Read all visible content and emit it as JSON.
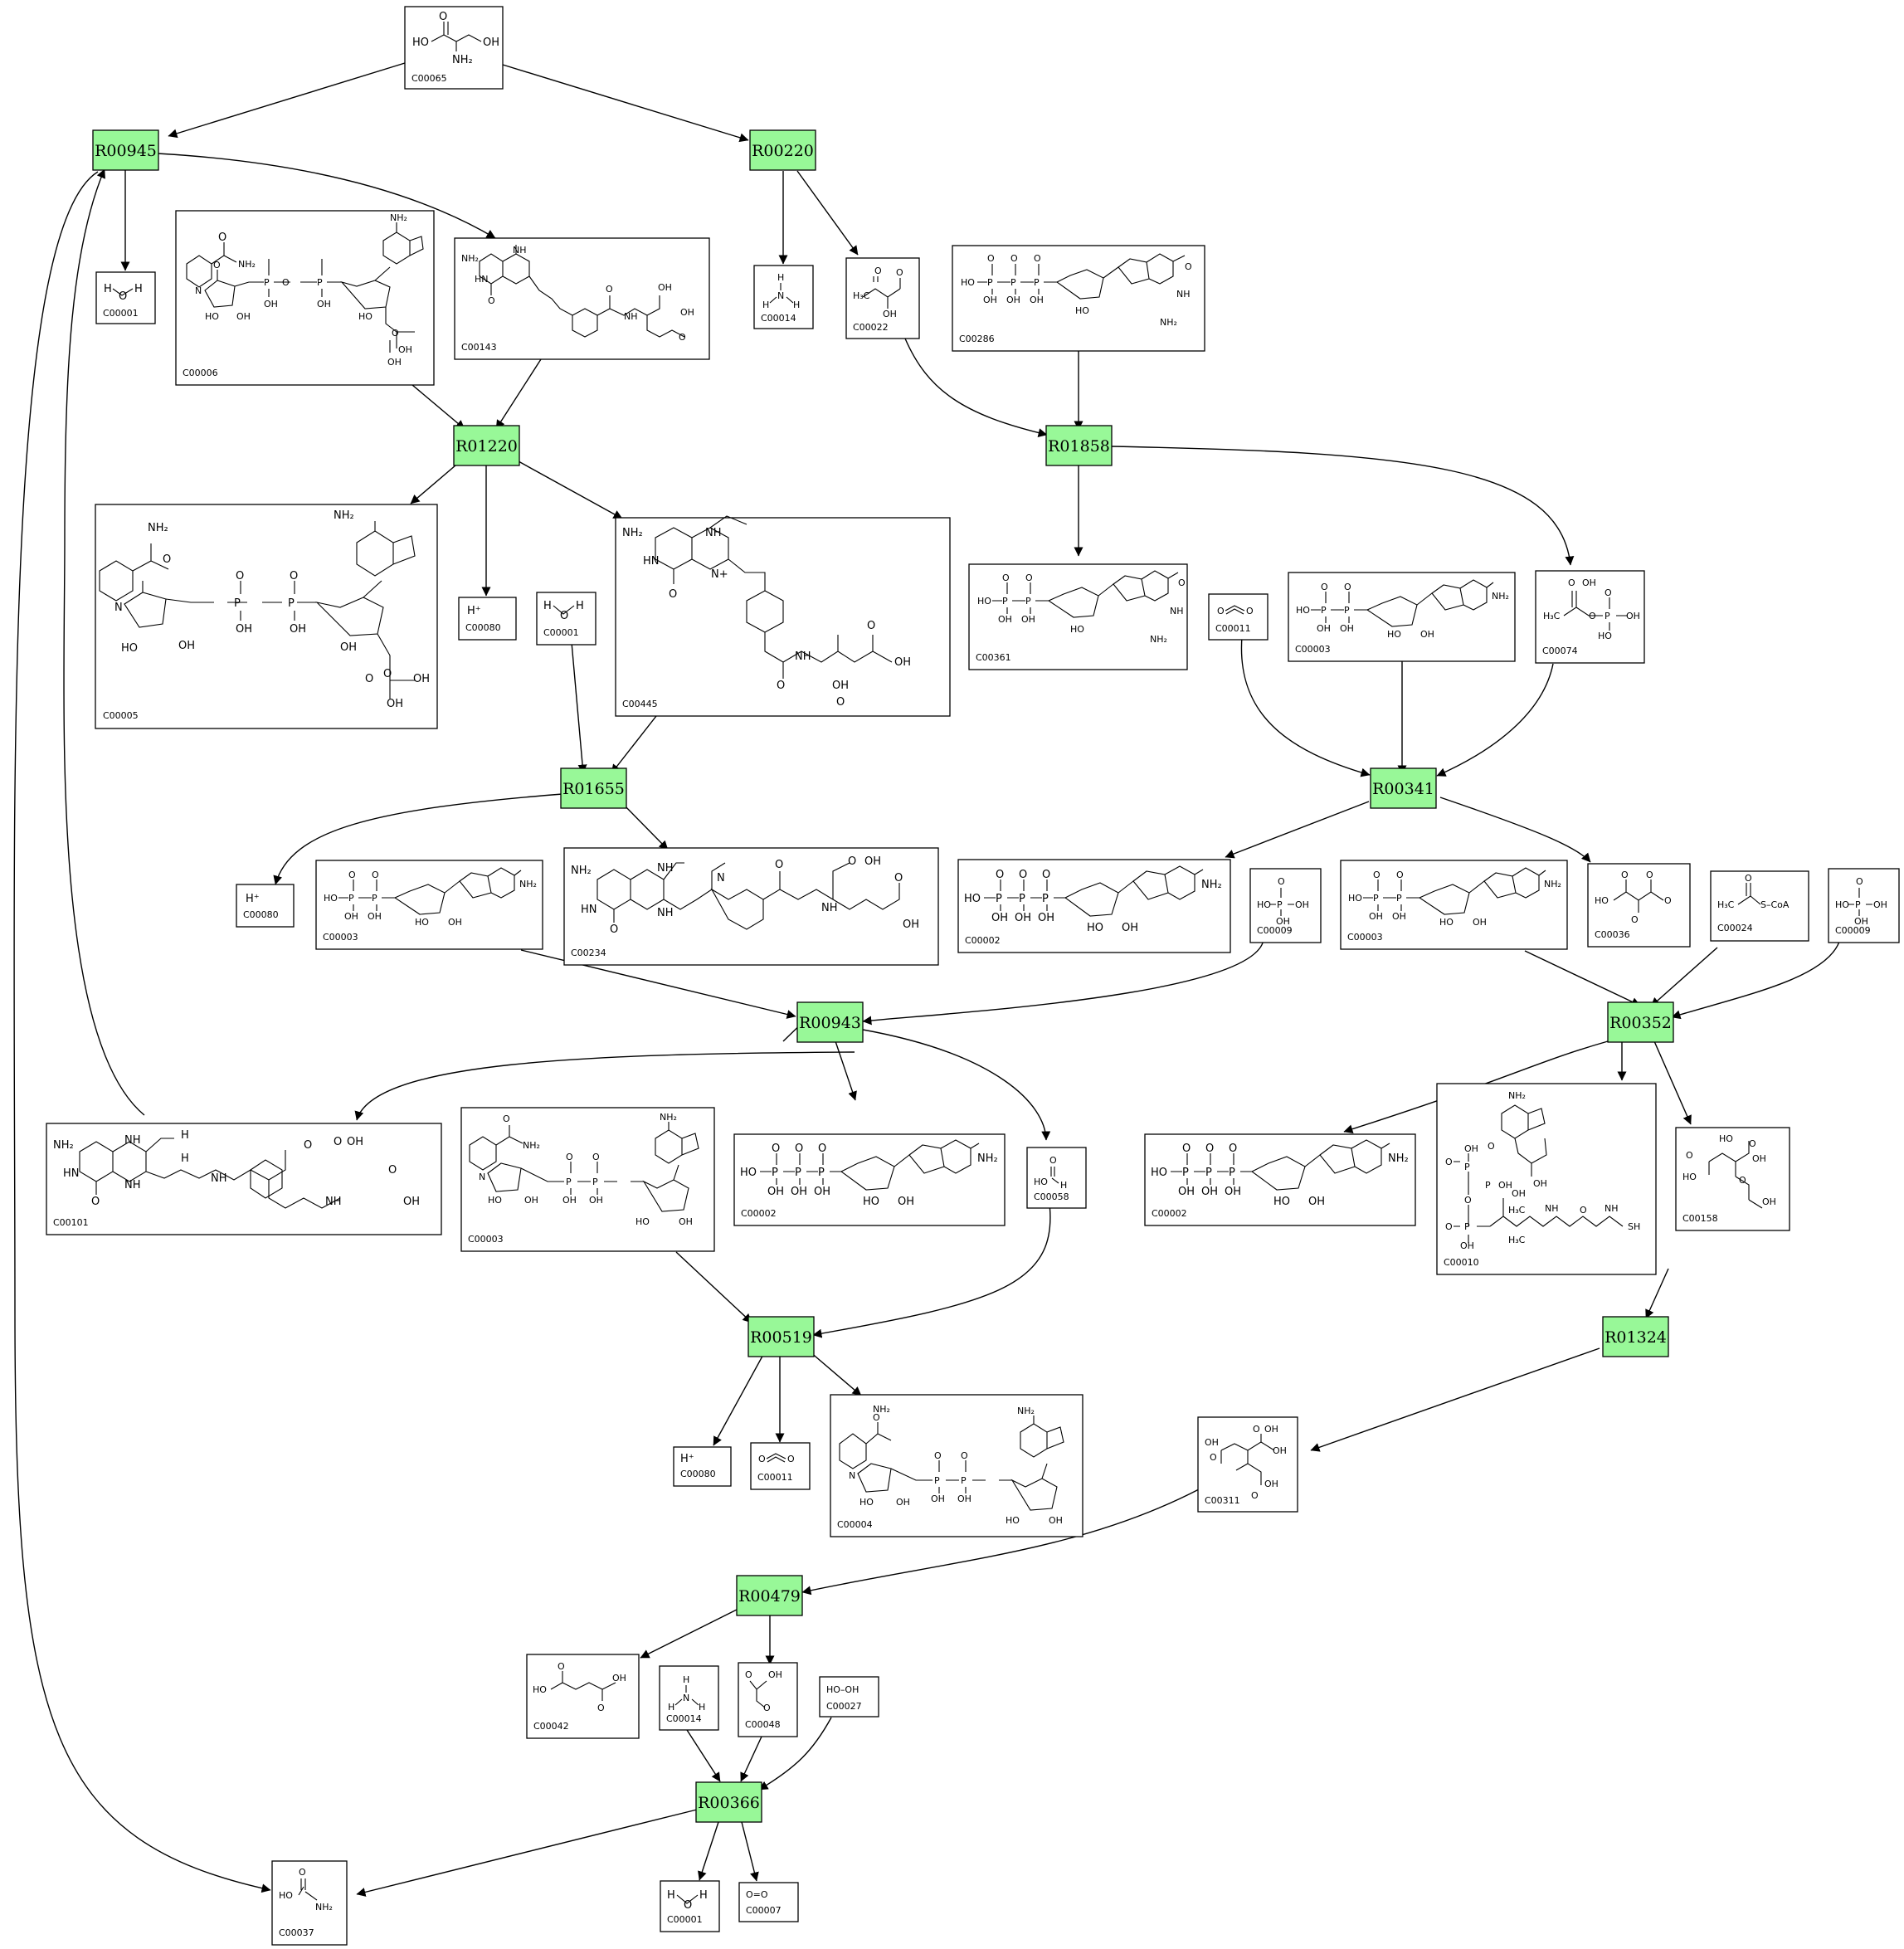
{
  "reactions": {
    "R00945": "R00945",
    "R00220": "R00220",
    "R01220": "R01220",
    "R01858": "R01858",
    "R01655": "R01655",
    "R00341": "R00341",
    "R00943": "R00943",
    "R00352": "R00352",
    "R00519": "R00519",
    "R01324": "R01324",
    "R00479": "R00479",
    "R00366": "R00366"
  },
  "compounds": {
    "c00065": "C00065",
    "c00001a": "C00001",
    "c00006": "C00006",
    "c00143": "C00143",
    "c00014a": "C00014",
    "c00022": "C00022",
    "c00286": "C00286",
    "c00005": "C00005",
    "c00080a": "C00080",
    "c00001b": "C00001",
    "c00445": "C00445",
    "c00361": "C00361",
    "c00011a": "C00011",
    "c00003a": "C00003",
    "c00074": "C00074",
    "c00080b": "C00080",
    "c00003b": "C00003",
    "c00234": "C00234",
    "c00002a": "C00002",
    "c00009a": "C00009",
    "c00003c": "C00003",
    "c00036": "C00036",
    "c00024": "C00024",
    "c00009b": "C00009",
    "c00101": "C00101",
    "c00003d": "C00003",
    "c00002b": "C00002",
    "c00058": "C00058",
    "c00002c": "C00002",
    "c00010": "C00010",
    "c00158": "C00158",
    "c00080c": "C00080",
    "c00011b": "C00011",
    "c00004": "C00004",
    "c00311": "C00311",
    "c00042": "C00042",
    "c00014b": "C00014",
    "c00048": "C00048",
    "c00027": "C00027",
    "c00037": "C00037",
    "c00001c": "C00001",
    "c00007": "C00007"
  },
  "atoms": {
    "hplus": "H⁺",
    "o_eq_o": "O=O",
    "ho_oh": "HO–OH",
    "s_coa": "S–CoA",
    "nh2": "NH₂",
    "oh": "OH",
    "ho": "HO",
    "h": "H",
    "n": "N",
    "o": "O",
    "h3c": "H₃C",
    "hn": "HN",
    "nh": "NH",
    "sh": "SH",
    "p": "P",
    "np": "N+"
  },
  "colors": {
    "reaction_fill": "#98f898",
    "stroke": "#000000",
    "background": "#ffffff"
  }
}
